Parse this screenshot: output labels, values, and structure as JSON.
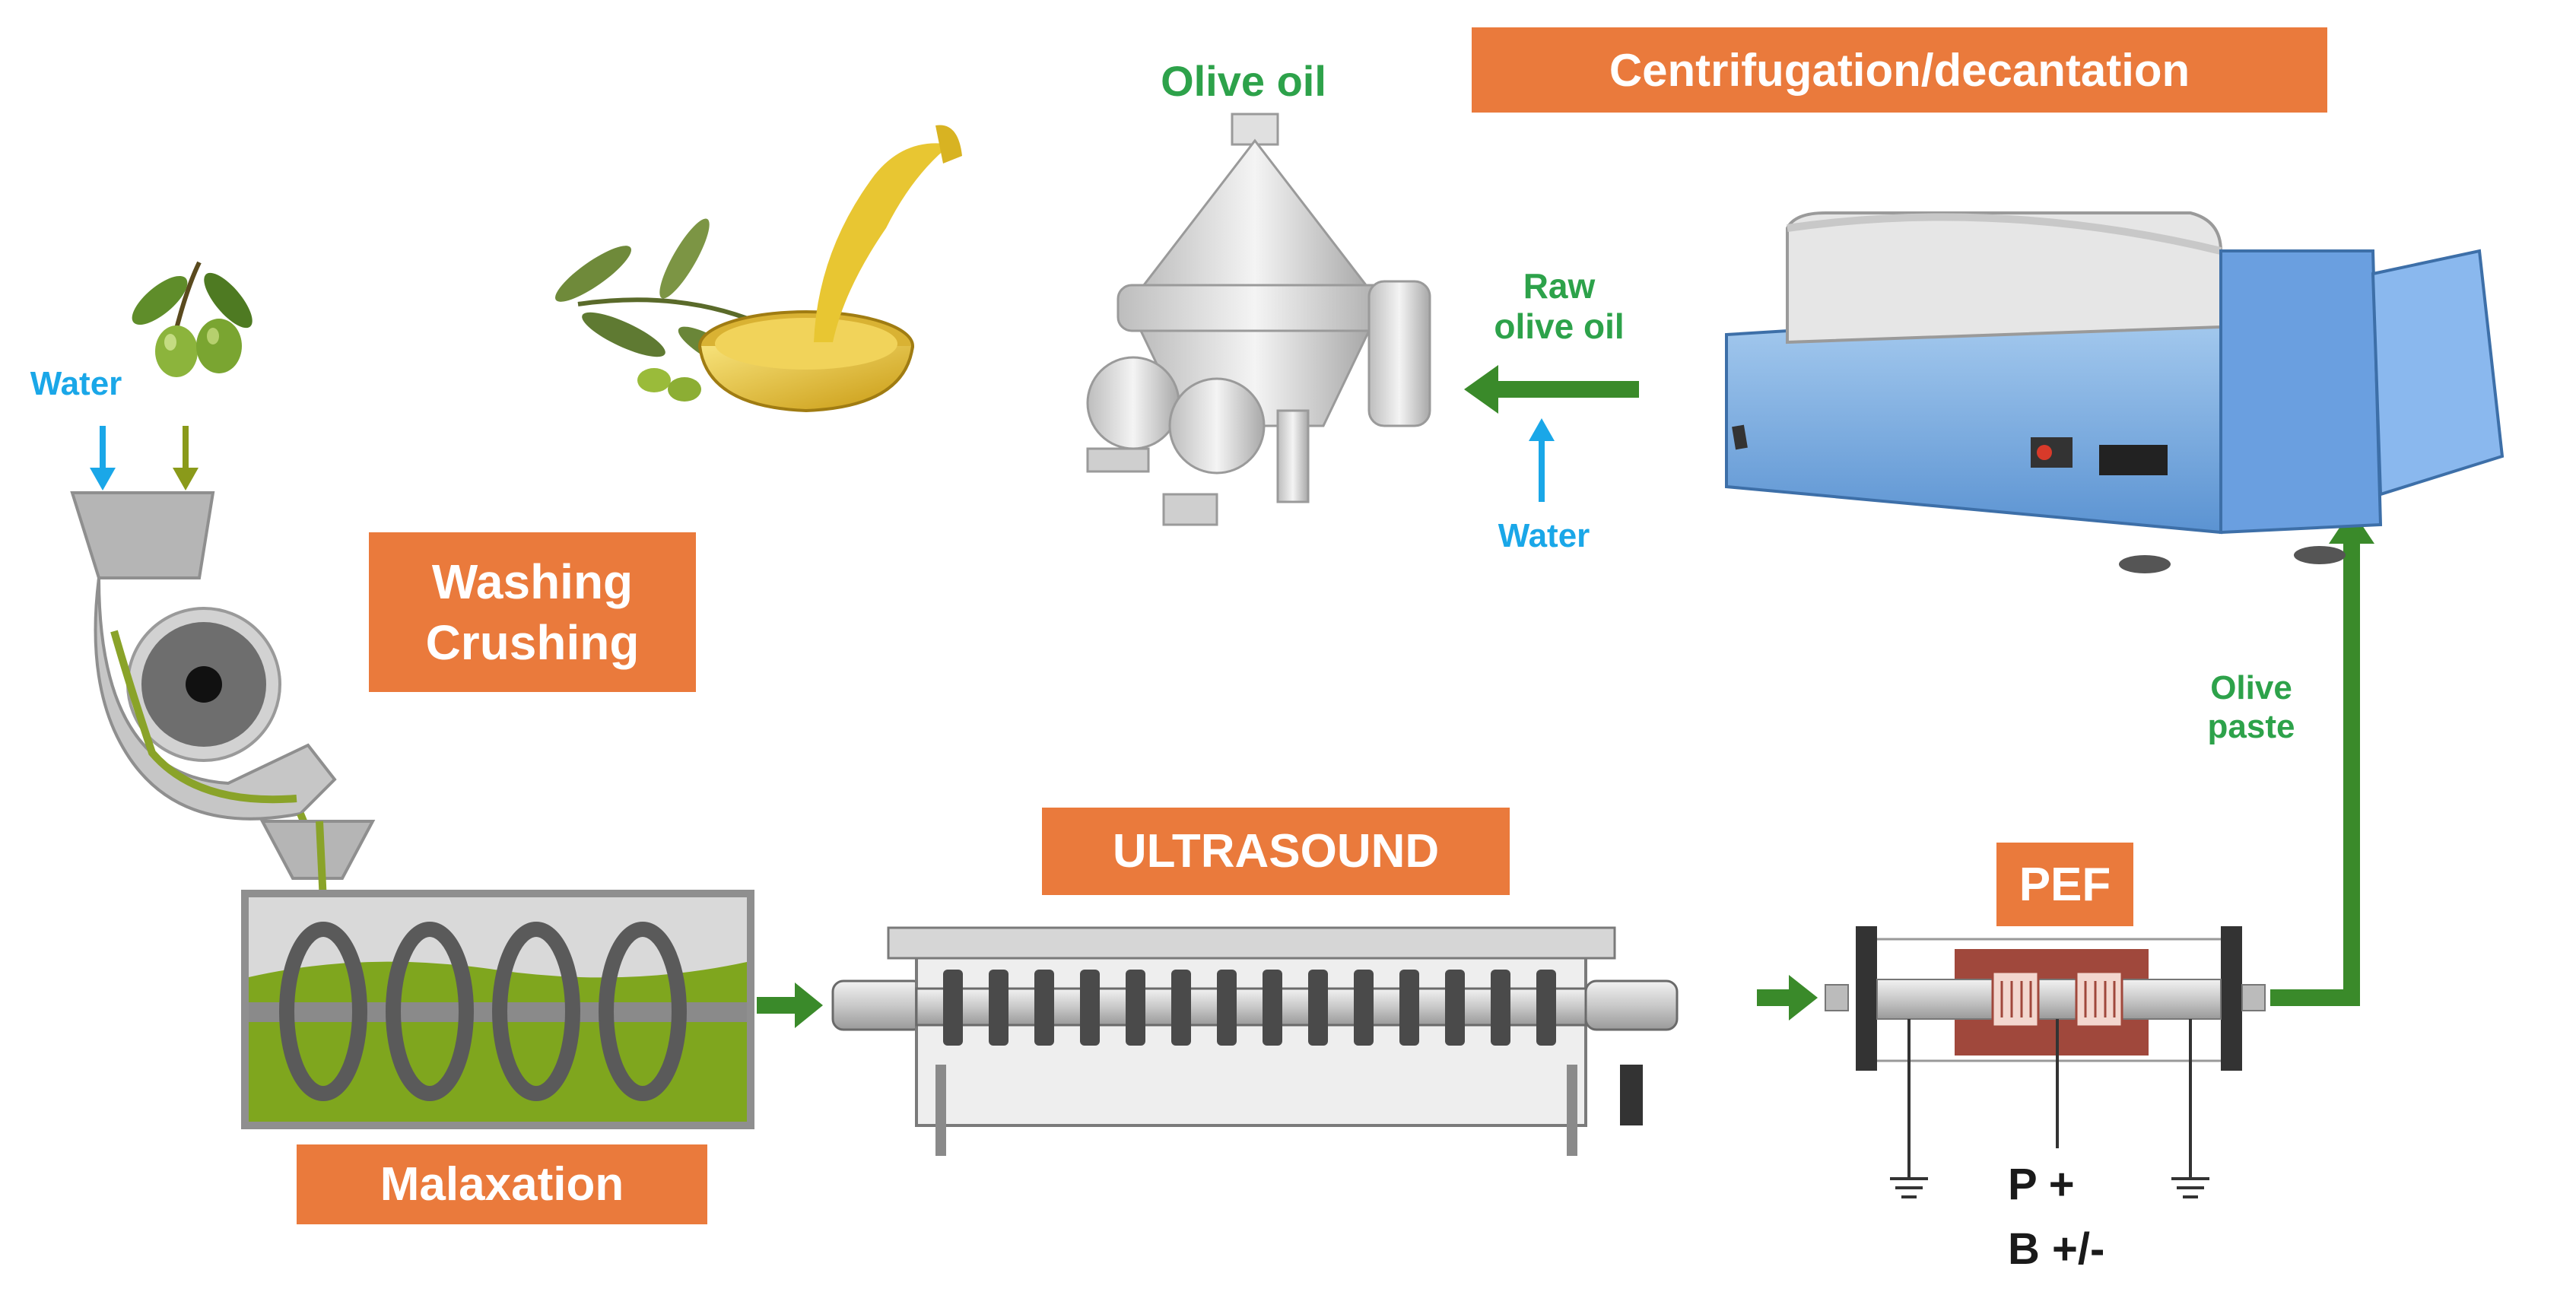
{
  "colors": {
    "stage_box": "#ea7a3c",
    "flow_arrow": "#3a8a2a",
    "water": "#1aa7e8",
    "product_label": "#2da24a",
    "olive_paste": "#7a9a1a"
  },
  "stages": {
    "washing_crushing": [
      "Washing",
      "Crushing"
    ],
    "malaxation": "Malaxation",
    "ultrasound": "ULTRASOUND",
    "pef": "PEF",
    "centrifugation": "Centrifugation/decantation"
  },
  "labels": {
    "water_inlet": "Water",
    "water_centrifuge": "Water",
    "olive_oil": "Olive oil",
    "raw_olive_oil": [
      "Raw",
      "olive oil"
    ],
    "olive_paste": [
      "Olive",
      "paste"
    ],
    "pef_terminals": [
      "P +",
      "B +/-"
    ]
  },
  "icons": {
    "olives": "olive-branch-icon",
    "oil_bowl": "oil-bowl-icon",
    "crusher": "crusher-machine",
    "malaxer": "malaxer-tank",
    "ultrasound_unit": "ultrasound-reactor",
    "pef_chamber": "pef-treatment-chamber",
    "centrifuge": "vertical-centrifuge",
    "decanter": "horizontal-decanter"
  }
}
